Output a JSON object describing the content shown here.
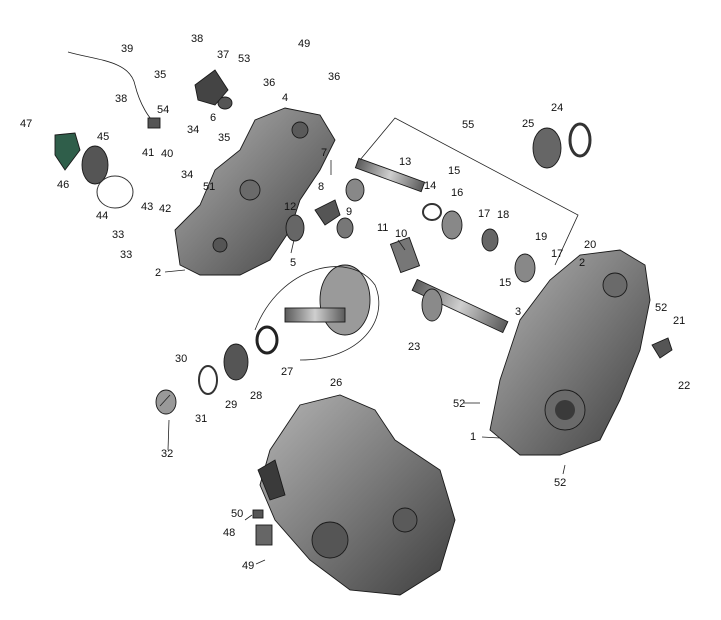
{
  "diagram": {
    "callouts": [
      "1",
      "2",
      "2",
      "3",
      "4",
      "5",
      "6",
      "7",
      "8",
      "9",
      "10",
      "11",
      "12",
      "13",
      "14",
      "15",
      "15",
      "16",
      "17",
      "17",
      "18",
      "19",
      "20",
      "21",
      "22",
      "23",
      "24",
      "25",
      "26",
      "27",
      "28",
      "29",
      "30",
      "31",
      "32",
      "33",
      "33",
      "34",
      "34",
      "35",
      "35",
      "36",
      "36",
      "37",
      "38",
      "38",
      "39",
      "40",
      "41",
      "42",
      "43",
      "44",
      "45",
      "46",
      "47",
      "48",
      "49",
      "49",
      "50",
      "51",
      "52",
      "52",
      "52",
      "53",
      "54",
      "55"
    ],
    "colors": {
      "casing": "#8c8c8c",
      "casing_dark": "#4a4a4a",
      "gear": "#9a9a9a",
      "cover": "#2f5e4a",
      "lines": "#222222"
    }
  }
}
